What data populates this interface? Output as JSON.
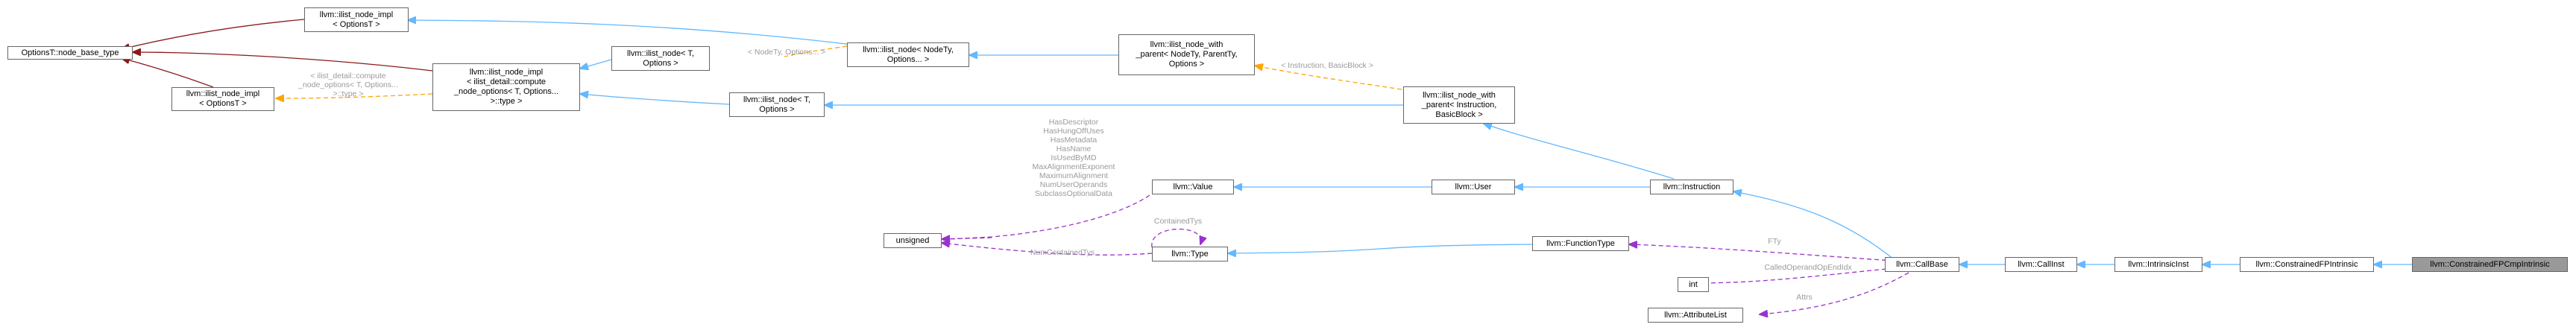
{
  "colors": {
    "inherit_public": "#63b8ff",
    "inherit_protected": "#8b1a1a",
    "template_instance": "#ffa500",
    "usage": "#9a32cd",
    "node_border": "#666666",
    "label_text": "#9a9a9a",
    "highlight_fill": "#999999"
  },
  "nodes": {
    "options_node_base_type": {
      "label": "OptionsT::node_base_type"
    },
    "ilist_node_impl_options": {
      "label": "llvm::ilist_node_impl\n< OptionsT >"
    },
    "ilist_node_impl_options_2": {
      "label": "llvm::ilist_node_impl\n< OptionsT >"
    },
    "ilist_node_impl_compute": {
      "label": "llvm::ilist_node_impl\n< ilist_detail::compute\n_node_options< T, Options...\n>::type >"
    },
    "ilist_node_t_options_1": {
      "label": "llvm::ilist_node< T,\nOptions >"
    },
    "ilist_node_t_options_2": {
      "label": "llvm::ilist_node< T,\nOptions >"
    },
    "ilist_node_nodety": {
      "label": "llvm::ilist_node< NodeTy,\nOptions... >"
    },
    "ilist_node_with_parent_generic": {
      "label": "llvm::ilist_node_with\n_parent< NodeTy, ParentTy,\nOptions >"
    },
    "ilist_node_with_parent_instr": {
      "label": "llvm::ilist_node_with\n_parent< Instruction,\nBasicBlock >"
    },
    "value": {
      "label": "llvm::Value"
    },
    "user": {
      "label": "llvm::User"
    },
    "instruction": {
      "label": "llvm::Instruction"
    },
    "unsigned": {
      "label": "unsigned"
    },
    "type": {
      "label": "llvm::Type"
    },
    "function_type": {
      "label": "llvm::FunctionType"
    },
    "int": {
      "label": "int"
    },
    "attribute_list": {
      "label": "llvm::AttributeList"
    },
    "call_base": {
      "label": "llvm::CallBase"
    },
    "call_inst": {
      "label": "llvm::CallInst"
    },
    "intrinsic_inst": {
      "label": "llvm::IntrinsicInst"
    },
    "constrained_fp_intrinsic": {
      "label": "llvm::ConstrainedFPIntrinsic"
    },
    "constrained_fp_cmp_intrinsic": {
      "label": "llvm::ConstrainedFPCmpIntrinsic"
    }
  },
  "edge_labels": {
    "compute_options": "< ilist_detail::compute\n_node_options< T, Options...\n>::type >",
    "nodety_options": "< NodeTy, Options... >",
    "instruction_basicblock": "< Instruction, BasicBlock >",
    "value_members": "HasDescriptor\nHasHungOffUses\nHasMetadata\nHasName\nIsUsedByMD\nMaxAlignmentExponent\nMaximumAlignment\nNumUserOperands\nSubclassOptionalData",
    "contained_tys": "ContainedTys",
    "num_contained_tys": "NumContainedTys",
    "fty": "FTy",
    "called_operand_bytes": "CalledOperandOpEndIdx",
    "attrs": "Attrs"
  }
}
